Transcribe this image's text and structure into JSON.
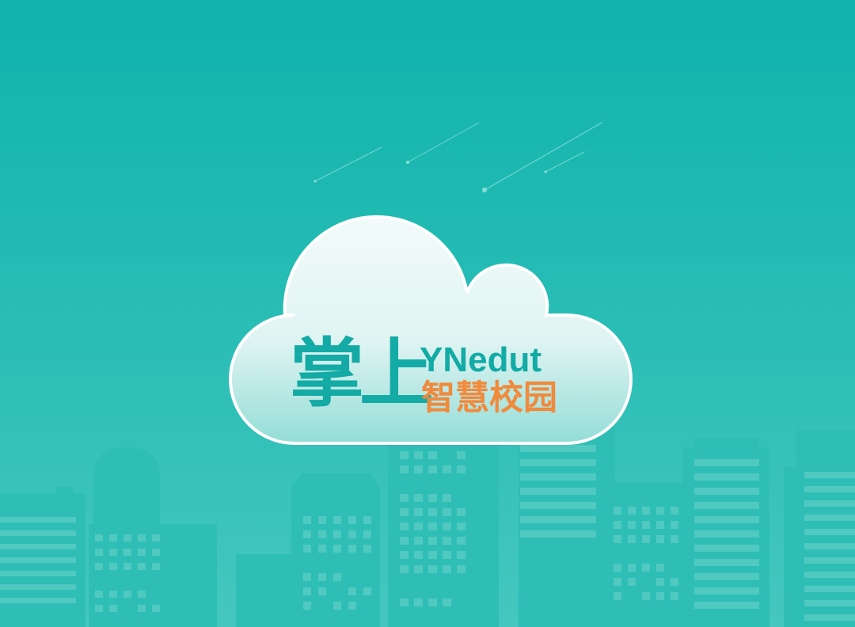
{
  "splash": {
    "logo_main": "掌上",
    "logo_en": "YNedut",
    "logo_sub": "智慧校园"
  },
  "colors": {
    "background_top": "#10b2ac",
    "background_bottom": "#45c7bf",
    "logo_teal": "#14aaa5",
    "logo_orange": "#f08a3c",
    "cloud_top": "#eef9f8",
    "cloud_bottom": "#8fdcd6"
  }
}
